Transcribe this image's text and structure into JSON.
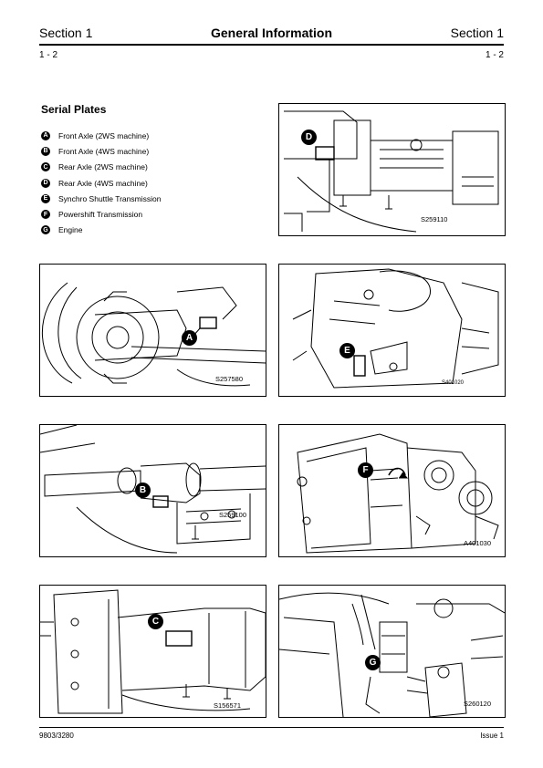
{
  "header": {
    "left": "Section 1",
    "center": "General Information",
    "right": "Section 1",
    "page_left": "1 - 2",
    "page_right": "1 - 2"
  },
  "section_title": "Serial Plates",
  "legend": [
    {
      "key": "A",
      "text": "Front Axle (2WS machine)"
    },
    {
      "key": "B",
      "text": "Front Axle (4WS machine)"
    },
    {
      "key": "C",
      "text": "Rear Axle (2WS machine)"
    },
    {
      "key": "D",
      "text": "Rear Axle (4WS machine)"
    },
    {
      "key": "E",
      "text": "Synchro Shuttle Transmission"
    },
    {
      "key": "F",
      "text": "Powershift Transmission"
    },
    {
      "key": "G",
      "text": "Engine"
    }
  ],
  "figures": [
    {
      "label": "D",
      "code": "S259110"
    },
    {
      "label": "A",
      "code": "S257580"
    },
    {
      "label": "E",
      "code": "S401020"
    },
    {
      "label": "B",
      "code": "S259100"
    },
    {
      "label": "F",
      "code": "A401030"
    },
    {
      "label": "C",
      "code": "S156571"
    },
    {
      "label": "G",
      "code": "S260120"
    }
  ],
  "footer": {
    "left": "9803/3280",
    "right": "Issue 1"
  }
}
